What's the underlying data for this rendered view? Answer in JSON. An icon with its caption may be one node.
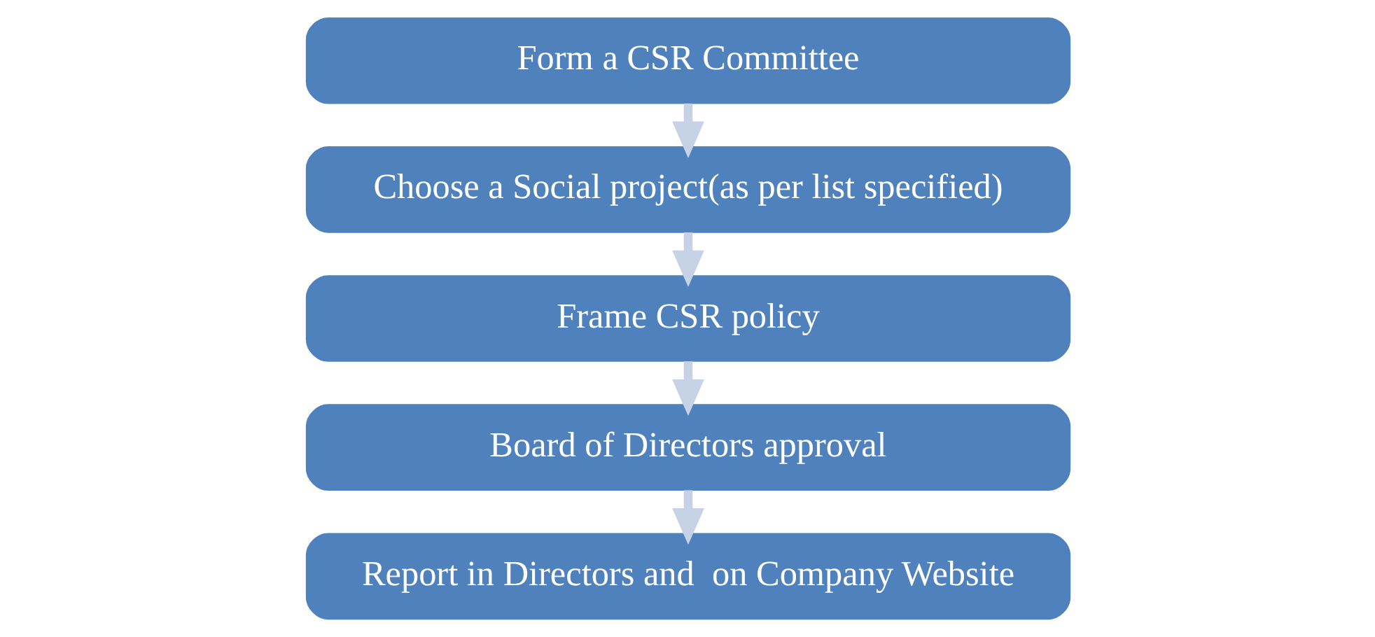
{
  "diagram": {
    "nodes": [
      {
        "text": [
          "Form a CSR Committee"
        ]
      },
      {
        "text": [
          "Choose a Social project(as per list specified)"
        ]
      },
      {
        "text": [
          "Frame CSR policy"
        ]
      },
      {
        "text": [
          "Board of Directors approval"
        ]
      },
      {
        "text": [
          "Report in Directors and  on Company Website"
        ]
      }
    ],
    "edges": [
      {
        "from": 0,
        "to": 1,
        "arrow": "to"
      },
      {
        "from": 1,
        "to": 2,
        "arrow": "to"
      },
      {
        "from": 2,
        "to": 3,
        "arrow": "to"
      },
      {
        "from": 3,
        "to": 4,
        "arrow": "to"
      }
    ]
  }
}
